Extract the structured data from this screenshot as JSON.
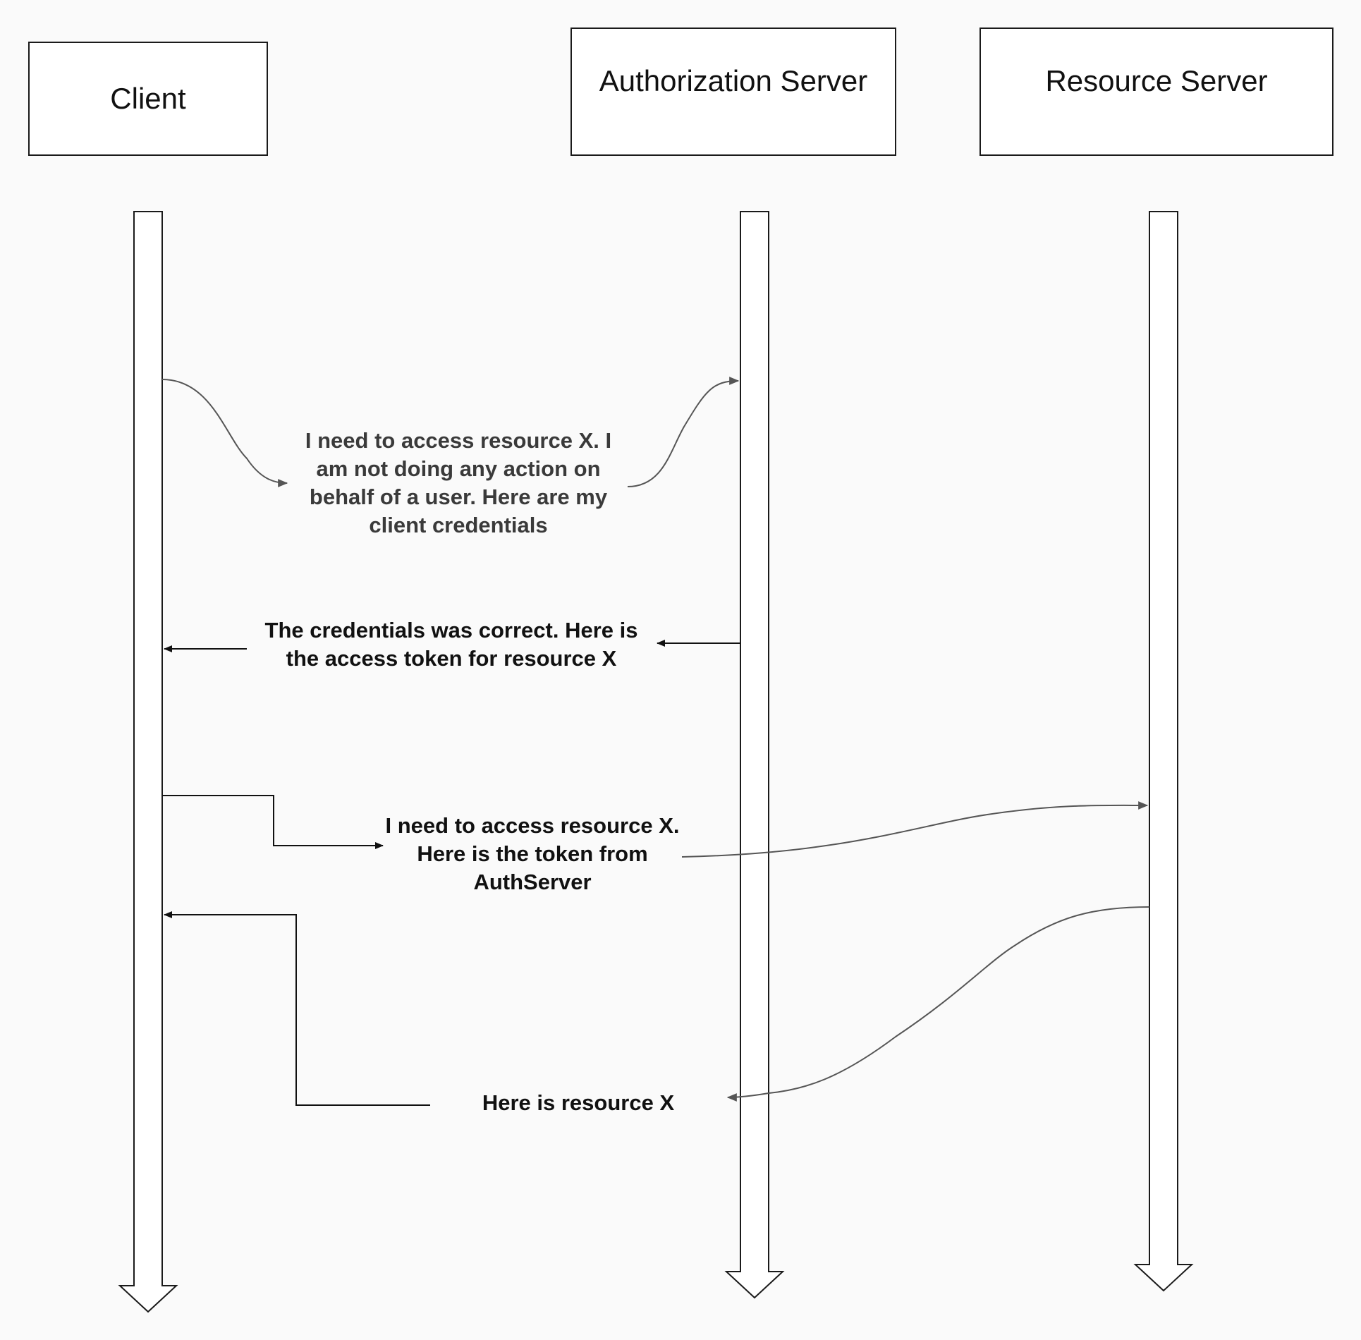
{
  "participants": {
    "client": {
      "label": "Client"
    },
    "auth_server": {
      "label": "Authorization Server"
    },
    "resource_server": {
      "label": "Resource Server"
    }
  },
  "messages": {
    "m1": {
      "from": "client",
      "to": "auth_server",
      "text": "I need to access resource X. I am not doing any action on behalf of a user. Here are my client credentials"
    },
    "m2": {
      "from": "auth_server",
      "to": "client",
      "text": "The credentials was correct. Here is the access token for resource X"
    },
    "m3": {
      "from": "client",
      "to": "resource_server",
      "text": "I need to access resource X. Here is the token from AuthServer"
    },
    "m4": {
      "from": "resource_server",
      "to": "client",
      "text": "Here is resource X"
    }
  },
  "colors": {
    "background": "#fafafa",
    "line": "#1a1a1a",
    "connector_grey": "#555555"
  }
}
